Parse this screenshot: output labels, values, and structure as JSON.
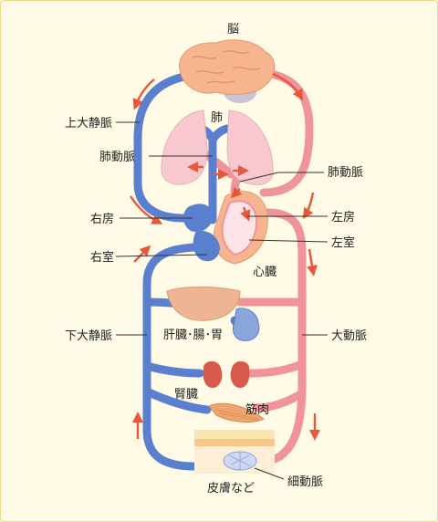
{
  "labels": {
    "brain": "脳",
    "lung": "肺",
    "superior_vena_cava": "上大静脈",
    "pulmonary_artery": "肺動脈",
    "pulmonary_vein": "肺動脈",
    "right_atrium": "右房",
    "left_atrium": "左房",
    "right_ventricle": "右室",
    "left_ventricle": "左室",
    "heart": "心臓",
    "inferior_vena_cava": "下大静脈",
    "aorta": "大動脈",
    "liver_intestine_stomach": "肝臓･腸･胃",
    "kidney": "腎臓",
    "muscle": "筋肉",
    "skin": "皮膚など",
    "arteriole": "細動脈"
  },
  "colors": {
    "vein": "#5b7fcf",
    "artery": "#f0939b",
    "arrow": "#e8573a",
    "background": "#fffbe6",
    "border": "#f0d98a"
  }
}
